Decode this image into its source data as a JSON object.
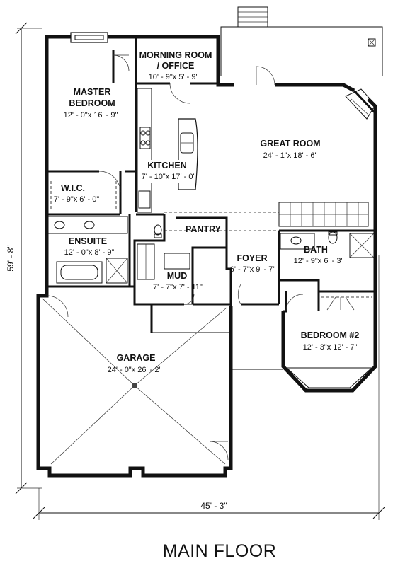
{
  "title": "MAIN FLOOR",
  "dimensions": {
    "width": "45' - 3\"",
    "depth": "59' - 8\""
  },
  "rooms": {
    "morning_room": {
      "name_line1": "MORNING ROOM",
      "name_line2": "/ OFFICE",
      "size": "10' - 9\"x 5' - 9\""
    },
    "master_bedroom": {
      "name_line1": "MASTER",
      "name_line2": "BEDROOM",
      "size": "12' - 0\"x 16' - 9\""
    },
    "great_room": {
      "name": "GREAT ROOM",
      "size": "24' - 1\"x 18' - 6\""
    },
    "kitchen": {
      "name": "KITCHEN",
      "size": "7' - 10\"x 17' - 0\""
    },
    "wic": {
      "name": "W.I.C.",
      "size": "7' - 9\"x 6' - 0\""
    },
    "pantry": {
      "name": "PANTRY"
    },
    "ensuite": {
      "name": "ENSUITE",
      "size": "12' - 0\"x 8' - 9\""
    },
    "bath": {
      "name": "BATH",
      "size": "12' - 9\"x 6' - 3\""
    },
    "foyer": {
      "name": "FOYER",
      "size": "6' - 7\"x 9' - 7\""
    },
    "mud": {
      "name": "MUD",
      "size": "7' - 7\"x 7' - 11\""
    },
    "bedroom2": {
      "name": "BEDROOM #2",
      "size": "12' - 3\"x 12' - 7\""
    },
    "garage": {
      "name": "GARAGE",
      "size": "24' - 0\"x 26' - 2\""
    }
  }
}
